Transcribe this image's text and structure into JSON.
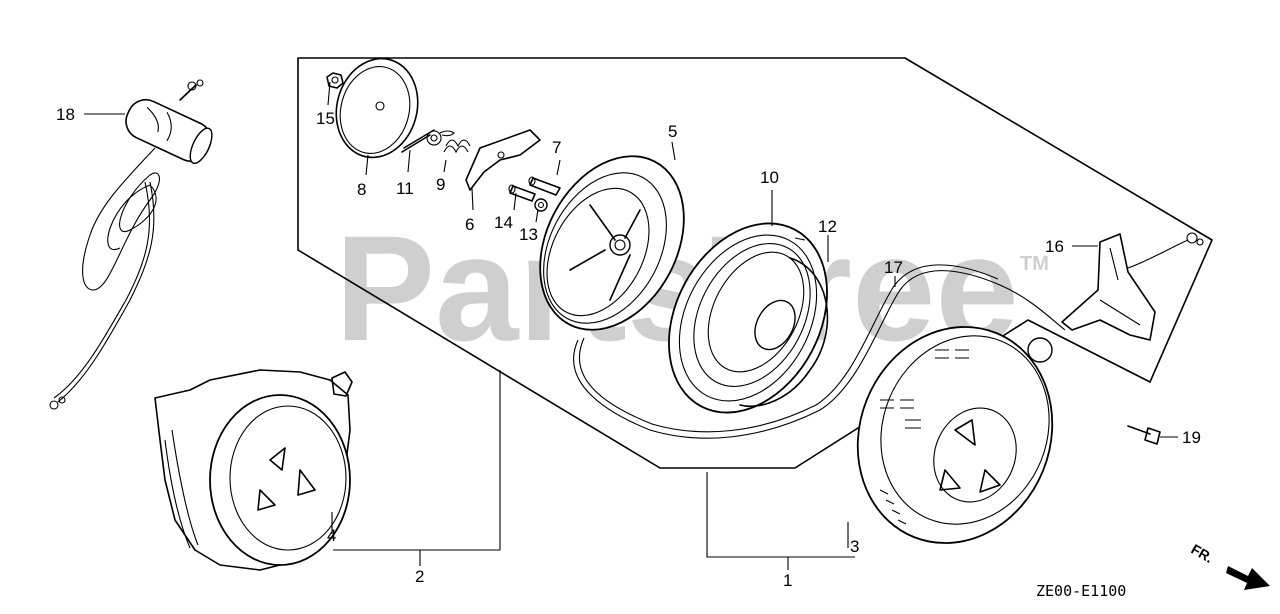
{
  "watermark": {
    "text": "PartsTree",
    "mark": "TM"
  },
  "callouts": [
    {
      "id": "c1",
      "label": "1"
    },
    {
      "id": "c2",
      "label": "2"
    },
    {
      "id": "c3",
      "label": "3"
    },
    {
      "id": "c4",
      "label": "4"
    },
    {
      "id": "c5",
      "label": "5"
    },
    {
      "id": "c6",
      "label": "6"
    },
    {
      "id": "c7",
      "label": "7"
    },
    {
      "id": "c8",
      "label": "8"
    },
    {
      "id": "c9",
      "label": "9"
    },
    {
      "id": "c10",
      "label": "10"
    },
    {
      "id": "c11",
      "label": "11"
    },
    {
      "id": "c12",
      "label": "12"
    },
    {
      "id": "c13",
      "label": "13"
    },
    {
      "id": "c14",
      "label": "14"
    },
    {
      "id": "c15",
      "label": "15"
    },
    {
      "id": "c16",
      "label": "16"
    },
    {
      "id": "c17",
      "label": "17"
    },
    {
      "id": "c18",
      "label": "18"
    },
    {
      "id": "c19",
      "label": "19"
    }
  ],
  "diagram_code": "ZE00-E1100",
  "direction": {
    "label": "FR.",
    "icon": "arrow-icon"
  }
}
